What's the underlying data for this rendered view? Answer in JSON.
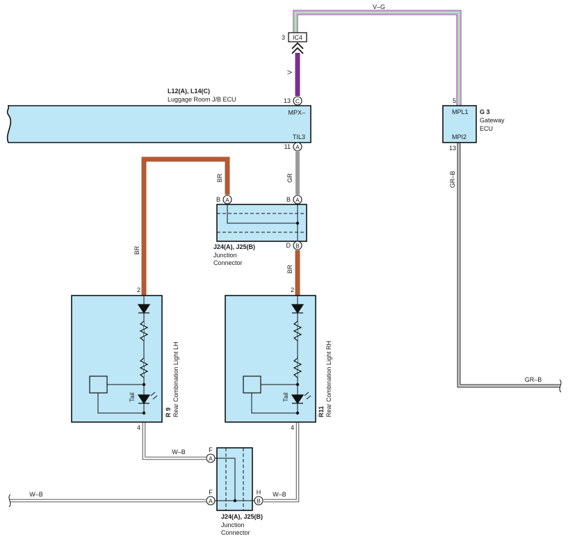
{
  "ecu": {
    "connectors": "L12(A), L14(C)",
    "name": "Luggage Room J/B ECU",
    "pin_mpx": "MPX–",
    "pin_til": "TIL3",
    "pin_c_num": "13",
    "pin_c_letter": "C",
    "pin_a_num": "11",
    "pin_a_letter": "A"
  },
  "ic4": {
    "label": "IC4",
    "pin": "3"
  },
  "gateway": {
    "id": "G 3",
    "name_line1": "Gateway",
    "name_line2": "ECU",
    "pin_mpl1": "MPL1",
    "pin_mpi2": "MPI2",
    "pin_mpl1_num": "5",
    "pin_mpi2_num": "13"
  },
  "junction_top": {
    "connectors": "J24(A), J25(B)",
    "name_line1": "Junction",
    "name_line2": "Connector",
    "pin_b_left_side": "B",
    "pin_b_left_letter": "A",
    "pin_b_right_side": "B",
    "pin_b_right_letter": "A",
    "pin_d_side": "D",
    "pin_d_letter": "B"
  },
  "junction_bottom": {
    "connectors": "J24(A), J25(B)",
    "name_line1": "Junction",
    "name_line2": "Connector",
    "pin_f1_side": "F",
    "pin_f1_letter": "A",
    "pin_f2_side": "F",
    "pin_f2_letter": "A",
    "pin_h_side": "H",
    "pin_h_letter": "B"
  },
  "light_lh": {
    "id": "R 9",
    "name": "Rear Combination Light LH",
    "pin_top": "2",
    "pin_bottom": "4",
    "tail": "Tail"
  },
  "light_rh": {
    "id": "R11",
    "name": "Rear Combination Light RH",
    "pin_top": "2",
    "pin_bottom": "4",
    "tail": "Tail"
  },
  "wires": {
    "v_g": "V–G",
    "v": "V",
    "gr": "GR",
    "gr_b_vertical": "GR–B",
    "gr_b_right": "GR–B",
    "br_left": "BR",
    "br_left_low": "BR",
    "br_right": "BR",
    "w_b_left": "W–B",
    "w_b_mid": "W–B",
    "w_b_right": "W–B"
  },
  "colors": {
    "connector_fill": "#bde6f6",
    "wire_brown": "#b25b32",
    "wire_violet": "#7a2f8f",
    "wire_gray": "#9a9a9a",
    "wire_green": "#4a9a4a"
  }
}
